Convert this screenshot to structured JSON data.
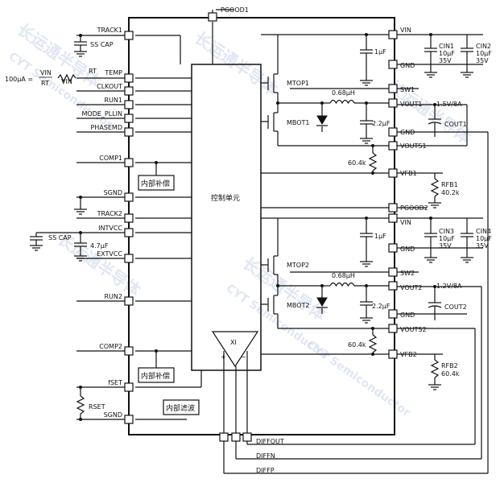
{
  "watermark": {
    "cn": "长运通半导体",
    "en": "CYT Semiconductor"
  },
  "control_unit": "控制单元",
  "inner_blocks": {
    "comp_top": "内部补偿",
    "comp_bottom": "内部补偿",
    "filter": "内部滤波"
  },
  "pins_left": {
    "track1": "TRACK1",
    "temp": "TEMP",
    "clkout": "CLKOUT",
    "run1": "RUN1",
    "mode": "MODE_PLLIN",
    "phasemd": "PHASEMD",
    "comp1": "COMP1",
    "sgnd1": "SGND",
    "track2": "TRACK2",
    "intvcc": "INTVCC",
    "extvcc": "EXTVCC",
    "run2": "RUN2",
    "comp2": "COMP2",
    "fset": "fSET",
    "sgnd2": "SGND"
  },
  "pins_right": {
    "vin1": "VIN",
    "gnd1": "GND",
    "sw1": "SW1",
    "vout1": "VOUT1",
    "gnd2": "GND",
    "vouts1": "VOUTS1",
    "vfb1": "VFB1",
    "pgood2": "PGOOD2",
    "vin2": "VIN",
    "gnd3": "GND",
    "sw2": "SW2",
    "vout2": "VOUT2",
    "gnd4": "GND",
    "vouts2": "VOUTS2",
    "vfb2": "VFB2"
  },
  "pins_top": {
    "pgood1": "PGOOD1"
  },
  "pins_bottom": {
    "diffout": "DIFFOUT",
    "diffn": "DIFFN",
    "diffp": "DIFFP"
  },
  "components": {
    "ss_cap1": "SS CAP",
    "ss_cap2": "SS CAP",
    "current_src": "100μA =",
    "vin_frac_num": "VIN",
    "vin_frac_den": "RT",
    "vin_in": "VIN",
    "rt": "RT",
    "c_intvcc": "4.7μF",
    "rset": "RSET",
    "mtop1": "MTOP1",
    "mbot1": "MBOT1",
    "mtop2": "MTOP2",
    "mbot2": "MBOT2",
    "l1": "0.68μH",
    "l2": "0.68μH",
    "c_vin1": "1μF",
    "c_vin2": "1μF",
    "cin1": "CIN1",
    "cin1_val": "10μF",
    "cin1_v": "35V",
    "cin2": "CIN2",
    "cin2_val": "10μF",
    "cin2_v": "35V",
    "cin3": "CIN3",
    "cin3_val": "10μF",
    "cin3_v": "35V",
    "cin4": "CIN4",
    "cin4_val": "10μF",
    "cin4_v": "35V",
    "c_boot1": "2.2μF",
    "c_boot2": "2.2μF",
    "vout1_rating": "1.5V/8A",
    "cout1": "COUT1",
    "vout2_rating": "1.2V/8A",
    "cout2": "COUT2",
    "r_604_1": "60.4k",
    "r_604_2": "60.4k",
    "rfb1": "RFB1",
    "rfb1_val": "40.2k",
    "rfb2": "RFB2",
    "rfb2_val": "60.4k",
    "diff_amp": "XI",
    "plus": "+",
    "minus": "−"
  }
}
